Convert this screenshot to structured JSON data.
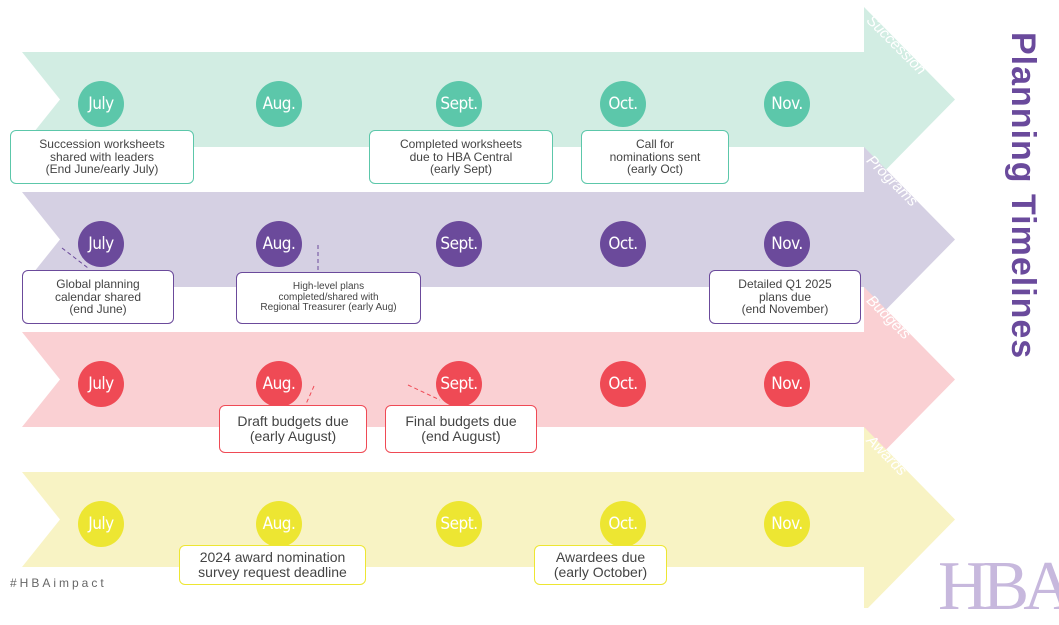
{
  "title": "Planning Timelines",
  "hashtag": "#HBAimpact",
  "logo_text": "HBA",
  "months": [
    "July",
    "Aug.",
    "Sept.",
    "Oct.",
    "Nov."
  ],
  "tracks": [
    {
      "name": "Succession",
      "arrow_color": "#d2ede3",
      "circle_color": "#5cc7aa",
      "notes": [
        {
          "lines": [
            "Succession worksheets",
            "shared with leaders",
            "(End June/early July)"
          ]
        },
        {
          "lines": [
            "Completed worksheets",
            "due to HBA Central",
            "(early Sept)"
          ]
        },
        {
          "lines": [
            "Call for",
            "nominations sent",
            "(early Oct)"
          ]
        }
      ]
    },
    {
      "name": "Programs",
      "arrow_color": "#d5d0e3",
      "circle_color": "#6b4a9b",
      "notes": [
        {
          "lines": [
            "Global planning",
            "calendar shared",
            "(end June)"
          ]
        },
        {
          "lines": [
            "High-level plans",
            "completed/shared with",
            "Regional Treasurer (early Aug)"
          ]
        },
        {
          "lines": [
            "Detailed Q1 2025",
            "plans due",
            "(end November)"
          ]
        }
      ]
    },
    {
      "name": "Budgets",
      "arrow_color": "#fad0d3",
      "circle_color": "#ef4a55",
      "notes": [
        {
          "lines": [
            "Draft budgets due",
            "(early August)"
          ]
        },
        {
          "lines": [
            "Final budgets due",
            "(end August)"
          ]
        }
      ]
    },
    {
      "name": "Awards",
      "arrow_color": "#f8f3c4",
      "circle_color": "#ede632",
      "notes": [
        {
          "lines": [
            "2024 award nomination",
            "survey request deadline"
          ]
        },
        {
          "lines": [
            "Awardees due",
            "(early October)"
          ]
        }
      ]
    }
  ]
}
